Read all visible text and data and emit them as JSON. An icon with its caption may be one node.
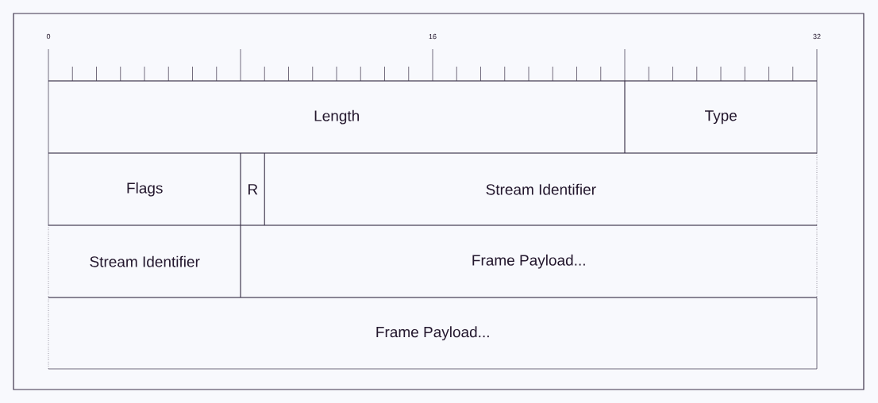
{
  "diagram": {
    "nodes": [
      {
        "text": [
          "Length"
        ]
      },
      {
        "text": [
          "Type"
        ]
      },
      {
        "text": [
          "Flags"
        ]
      },
      {
        "text": [
          "R"
        ]
      },
      {
        "text": [
          "Stream Identifier"
        ]
      },
      {
        "text": [
          "Stream Identifier"
        ]
      },
      {
        "text": [
          "Frame Payload..."
        ]
      },
      {
        "text": [
          "Frame Payload..."
        ]
      }
    ],
    "labels": [
      "0",
      "16",
      "32"
    ]
  }
}
